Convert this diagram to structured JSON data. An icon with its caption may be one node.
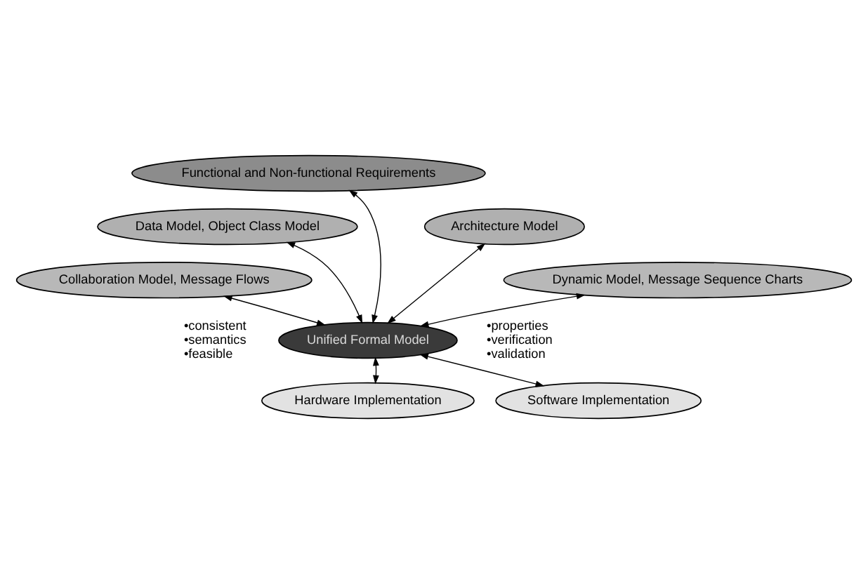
{
  "diagram": {
    "nodes": [
      {
        "text": [
          "Functional and Non-functional Requirements"
        ]
      },
      {
        "text": [
          "Data Model, Object Class Model"
        ]
      },
      {
        "text": [
          "Architecture Model"
        ]
      },
      {
        "text": [
          "Collaboration Model, Message Flows"
        ]
      },
      {
        "text": [
          "Dynamic Model, Message Sequence Charts"
        ]
      },
      {
        "text": [
          "Unified Formal Model"
        ]
      },
      {
        "text": [
          "Hardware Implementation"
        ]
      },
      {
        "text": [
          "Software Implementation"
        ]
      }
    ],
    "edges": [
      {
        "from": 0,
        "to": 5,
        "arrow": "both"
      },
      {
        "from": 1,
        "to": 5,
        "arrow": "both"
      },
      {
        "from": 2,
        "to": 5,
        "arrow": "both"
      },
      {
        "from": 3,
        "to": 5,
        "arrow": "both"
      },
      {
        "from": 4,
        "to": 5,
        "arrow": "both"
      },
      {
        "from": 5,
        "to": 6,
        "arrow": "both"
      },
      {
        "from": 5,
        "to": 7,
        "arrow": "both"
      }
    ],
    "labels": [
      "•consistent",
      "•semantics",
      "•feasible",
      "•properties",
      "•verification",
      "•validation"
    ]
  }
}
